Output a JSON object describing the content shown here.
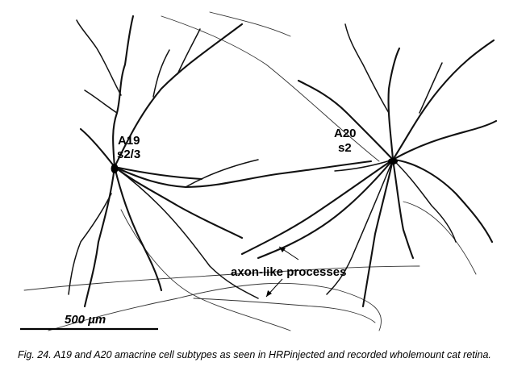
{
  "figure": {
    "labels": {
      "a19_name": "A19",
      "a19_layer": "s2/3",
      "a20_name": "A20",
      "a20_layer": "s2",
      "axon_processes": "axon-like processes",
      "scale_bar": "500 µm"
    },
    "caption": "Fig. 24. A19 and A20 amacrine cell subtypes as seen in HRPinjected and recorded wholemount cat retina."
  }
}
